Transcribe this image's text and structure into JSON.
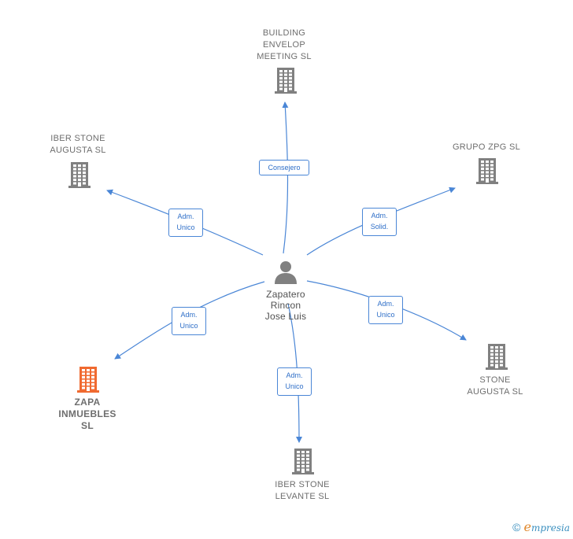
{
  "colors": {
    "edge": "#4a86d6",
    "company_icon": "#808080",
    "focus_icon": "#f06a30",
    "person_icon": "#808080"
  },
  "center": {
    "name": "Zapatero\nRincon\nJose Luis",
    "icon": "person-icon"
  },
  "nodes": [
    {
      "id": "building",
      "name": "BUILDING\nENVELOP\nMEETING SL",
      "relation": "Consejero",
      "icon": "building-icon"
    },
    {
      "id": "grupo",
      "name": "GRUPO ZPG SL",
      "relation": "Adm.\nSolid.",
      "icon": "building-icon"
    },
    {
      "id": "stone",
      "name": "STONE\nAUGUSTA  SL",
      "relation": "Adm.\nUnico",
      "icon": "building-icon"
    },
    {
      "id": "levante",
      "name": "IBER STONE\nLEVANTE  SL",
      "relation": "Adm.\nUnico",
      "icon": "building-icon"
    },
    {
      "id": "zapa",
      "name": "ZAPA\nINMUEBLES\nSL",
      "relation": "Adm.\nUnico",
      "icon": "building-icon",
      "focus": true
    },
    {
      "id": "iberaugusta",
      "name": "IBER STONE\nAUGUSTA  SL",
      "relation": "Adm.\nUnico",
      "icon": "building-icon"
    }
  ],
  "footer": {
    "copyright": "©",
    "brand_initial": "e",
    "brand_rest": "mpresia"
  }
}
